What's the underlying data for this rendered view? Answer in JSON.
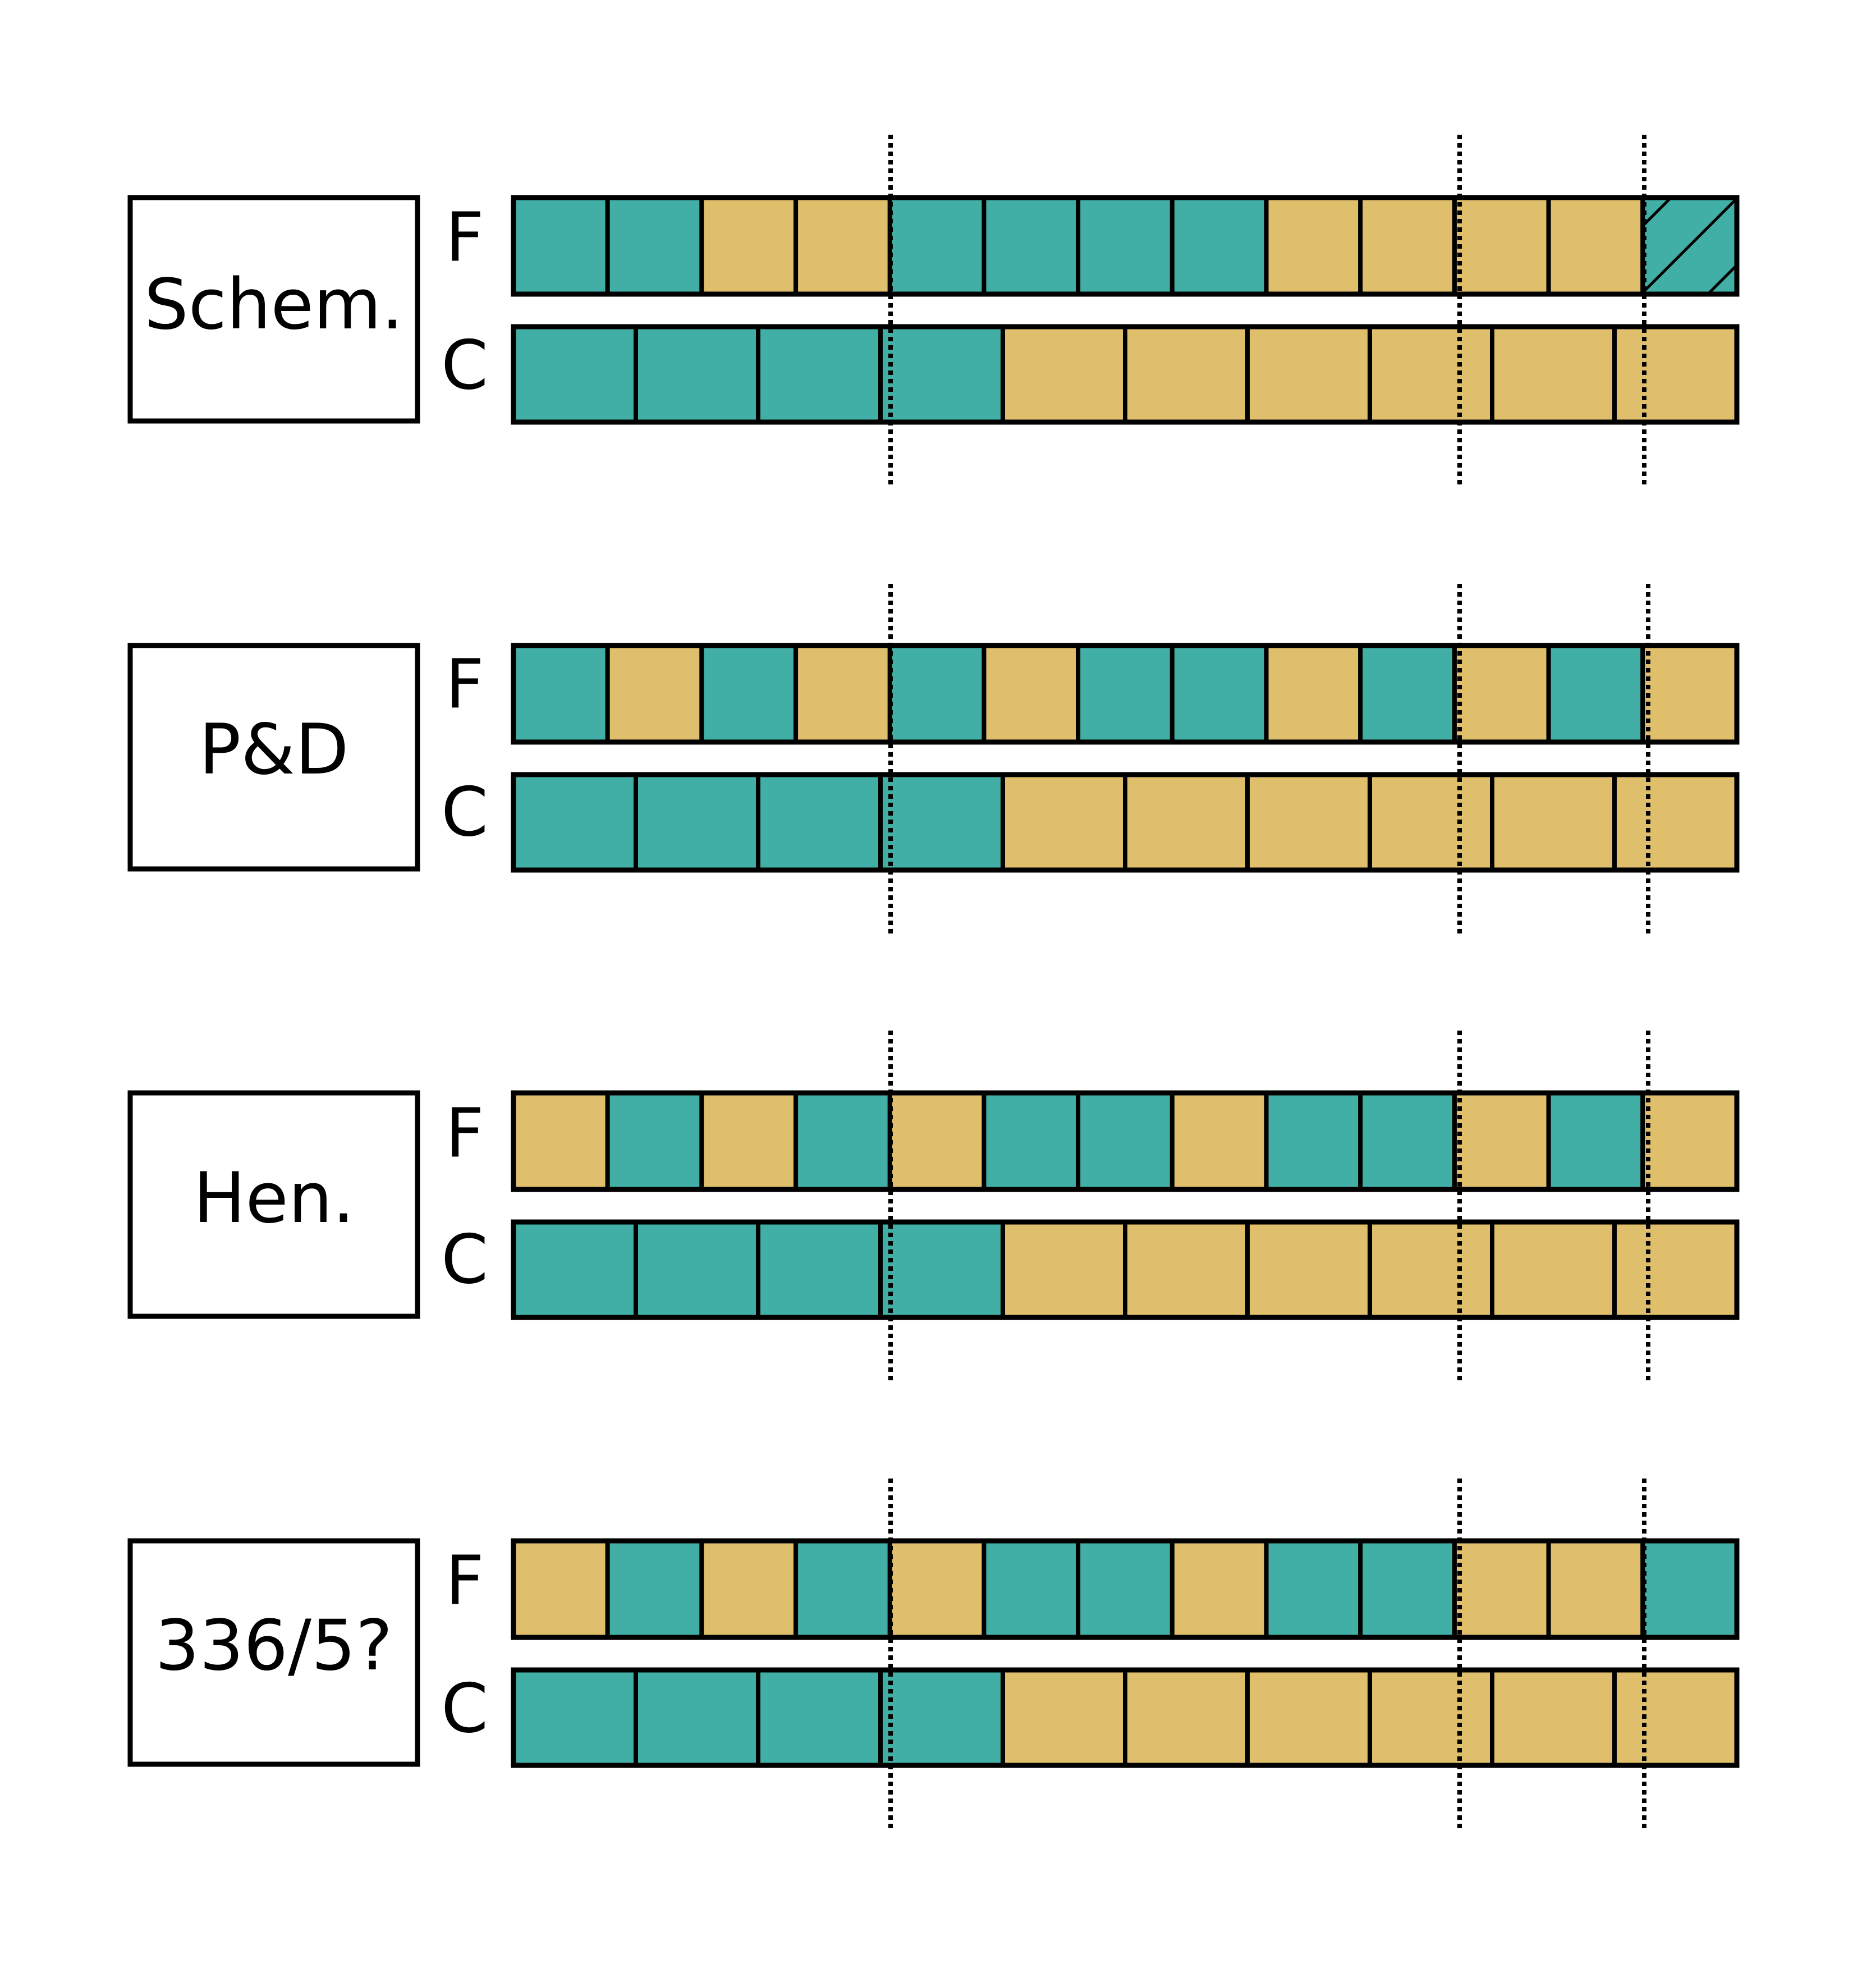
{
  "colors": {
    "teal": "#41AFA5",
    "gold": "#E0BF6C",
    "outline": "#000000"
  },
  "legend_codes": {
    "T": "teal",
    "G": "gold",
    "H": "teal-hatched"
  },
  "rows": [
    {
      "label": "Schem.",
      "strips": [
        {
          "label": "F",
          "pattern": [
            "T",
            "T",
            "G",
            "G",
            "T",
            "T",
            "T",
            "T",
            "G",
            "G",
            "G",
            "G",
            "H"
          ]
        },
        {
          "label": "C",
          "pattern": [
            "T",
            "T",
            "T",
            "T",
            "G",
            "G",
            "G",
            "G",
            "G",
            "G"
          ]
        }
      ]
    },
    {
      "label": "P&D",
      "strips": [
        {
          "label": "F",
          "pattern": [
            "T",
            "G",
            "T",
            "G",
            "T",
            "G",
            "T",
            "T",
            "G",
            "T",
            "G",
            "T",
            "G"
          ]
        },
        {
          "label": "C",
          "pattern": [
            "T",
            "T",
            "T",
            "T",
            "G",
            "G",
            "G",
            "G",
            "G",
            "G"
          ]
        }
      ]
    },
    {
      "label": "Hen.",
      "strips": [
        {
          "label": "F",
          "pattern": [
            "G",
            "T",
            "G",
            "T",
            "G",
            "T",
            "T",
            "G",
            "T",
            "T",
            "G",
            "T",
            "G"
          ]
        },
        {
          "label": "C",
          "pattern": [
            "T",
            "T",
            "T",
            "T",
            "G",
            "G",
            "G",
            "G",
            "G",
            "G"
          ]
        }
      ]
    },
    {
      "label": "336/5?",
      "strips": [
        {
          "label": "F",
          "pattern": [
            "G",
            "T",
            "G",
            "T",
            "G",
            "T",
            "T",
            "G",
            "T",
            "T",
            "G",
            "G",
            "T"
          ]
        },
        {
          "label": "C",
          "pattern": [
            "T",
            "T",
            "T",
            "T",
            "G",
            "G",
            "G",
            "G",
            "G",
            "G"
          ]
        }
      ]
    }
  ]
}
